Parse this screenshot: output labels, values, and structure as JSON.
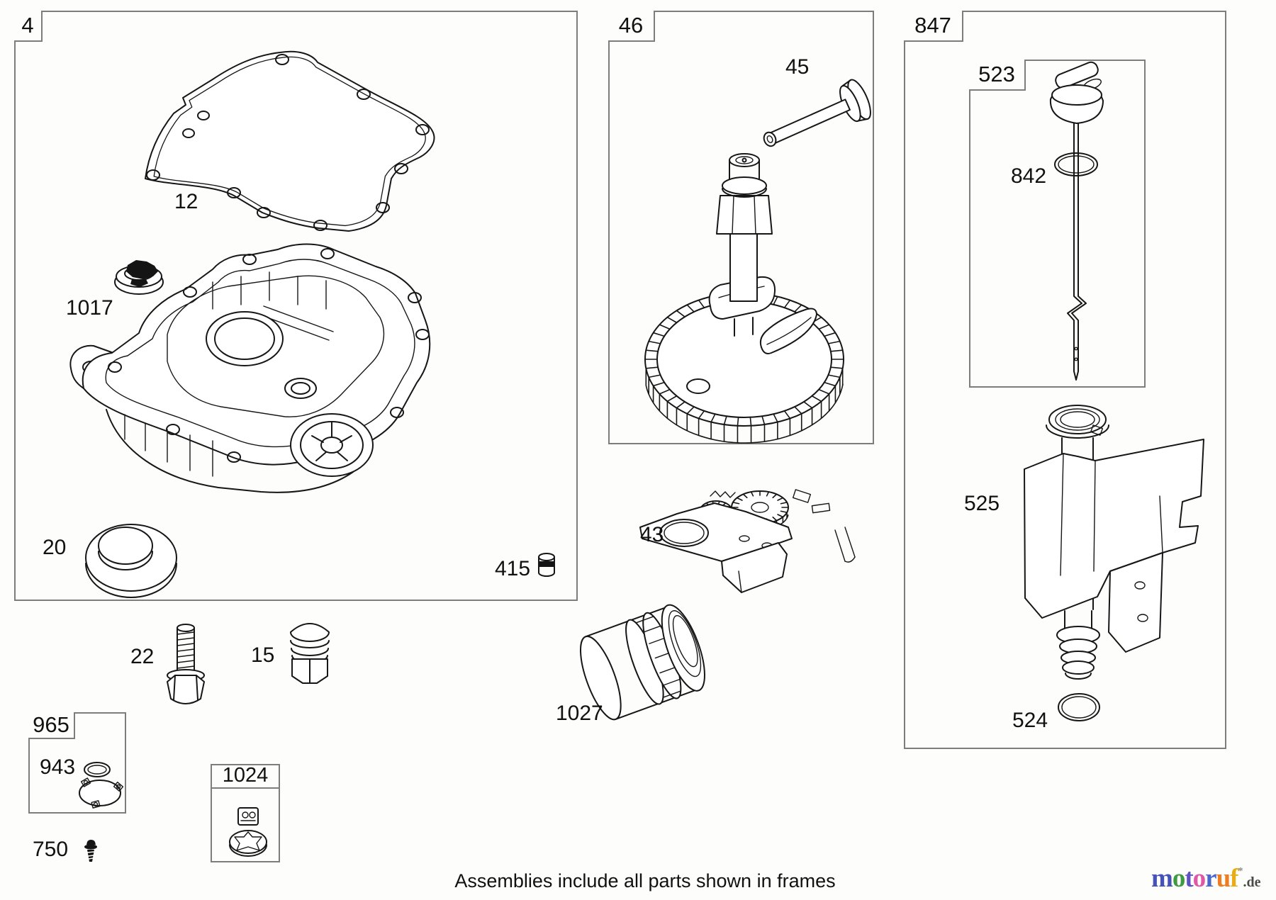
{
  "frames": {
    "f4": "4",
    "f46": "46",
    "f847": "847",
    "f523": "523",
    "f965": "965",
    "f1024": "1024"
  },
  "parts": {
    "p12": "12",
    "p1017": "1017",
    "p20": "20",
    "p415": "415",
    "p22": "22",
    "p15": "15",
    "p943": "943",
    "p750": "750",
    "p45": "45",
    "p43": "43",
    "p1027": "1027",
    "p842": "842",
    "p525": "525",
    "p524": "524"
  },
  "caption": "Assemblies include all parts shown in frames",
  "logo": {
    "letters": [
      {
        "ch": "m",
        "color": "#4553b8"
      },
      {
        "ch": "o",
        "color": "#3f9b41"
      },
      {
        "ch": "t",
        "color": "#5e52c2"
      },
      {
        "ch": "o",
        "color": "#df58a5"
      },
      {
        "ch": "r",
        "color": "#4a67cb"
      },
      {
        "ch": "u",
        "color": "#ec7d23"
      },
      {
        "ch": "f",
        "color": "#e9ac15"
      }
    ],
    "mark": "*",
    "mark_color": "#8a8a8a",
    "suffix": ".de",
    "suffix_color": "#4a4a4a"
  },
  "colors": {
    "frame_border": "#7d7d7d",
    "line_art": "#161616",
    "background": "#fdfdfb",
    "text": "#111111"
  }
}
